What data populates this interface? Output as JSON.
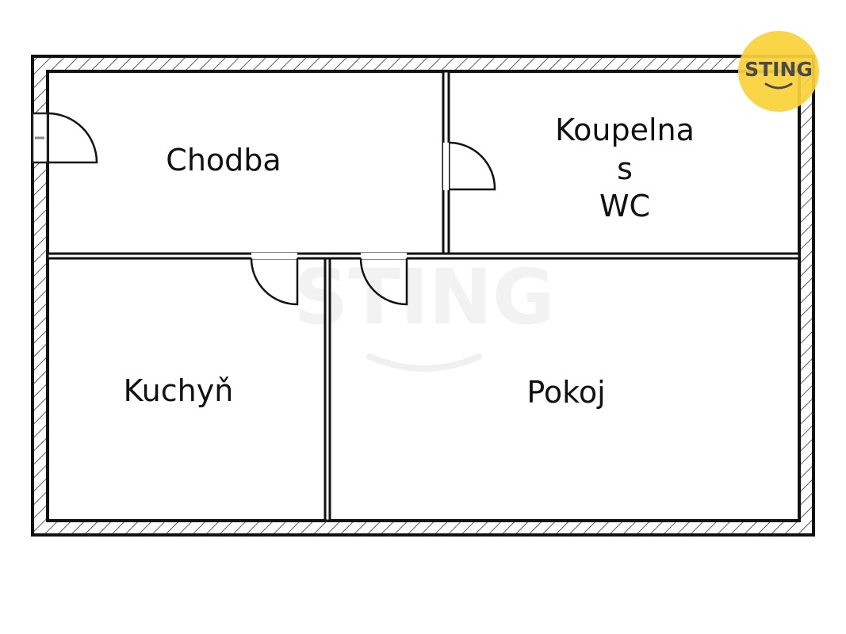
{
  "rooms": {
    "chodba": "Chodba",
    "koupelna_line1": "Koupelna",
    "koupelna_line2": "s",
    "koupelna_line3": "WC",
    "kuchyn": "Kuchyň",
    "pokoj": "Pokoj"
  },
  "logo": {
    "text": "STING",
    "color": "#fbd23a"
  },
  "watermark": {
    "text": "STING"
  }
}
